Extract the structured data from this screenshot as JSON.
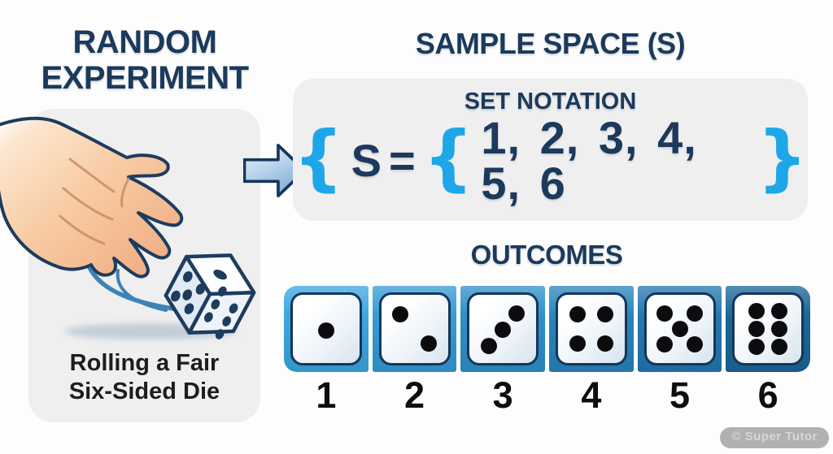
{
  "random_experiment": {
    "title": "RANDOM EXPERIMENT",
    "caption_line1": "Rolling a Fair",
    "caption_line2": "Six-Sided Die"
  },
  "sample_space": {
    "title": "SAMPLE SPACE (S)",
    "set_notation": {
      "heading": "SET NOTATION",
      "lead_brace": "{",
      "subject": "S",
      "equals": "=",
      "open_brace": "{",
      "elements": "1, 2, 3, 4, 5, 6",
      "close_brace": "}"
    }
  },
  "outcomes": {
    "heading": "OUTCOMES",
    "dice": [
      {
        "value": 1,
        "label": "1",
        "color": "#3ba7e0"
      },
      {
        "value": 2,
        "label": "2",
        "color": "#359bd4"
      },
      {
        "value": 3,
        "label": "3",
        "color": "#2f90c8"
      },
      {
        "value": 4,
        "label": "4",
        "color": "#2a84bb"
      },
      {
        "value": 5,
        "label": "5",
        "color": "#2577ae"
      },
      {
        "value": 6,
        "label": "6",
        "color": "#1c6697"
      }
    ]
  },
  "watermark": {
    "text": "© Super Tutor"
  },
  "colors": {
    "navy": "#1b3a5c",
    "brace_blue": "#1ea7e8",
    "panel_gray": "#efeff0",
    "pip_black": "#0c0c0e",
    "arrow_outline": "#16365c",
    "motion_arc_blue": "#3c83b6"
  }
}
